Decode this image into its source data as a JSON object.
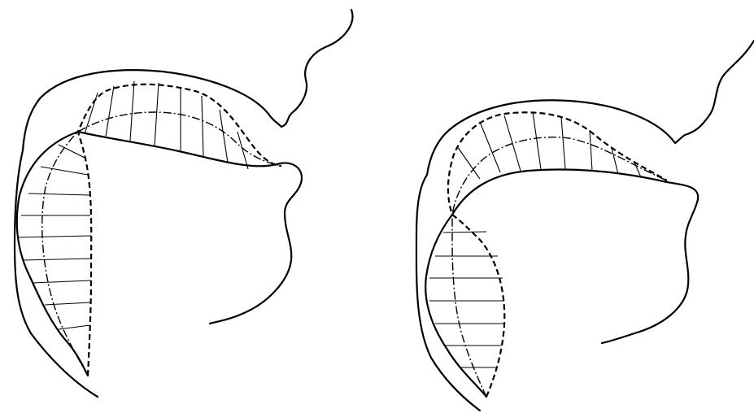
{
  "figure": {
    "panels": [
      "left",
      "right"
    ],
    "line_styles": [
      "solid",
      "dashed",
      "dash-dot"
    ],
    "stroke_color": "#000000",
    "background_color": "#ffffff"
  }
}
